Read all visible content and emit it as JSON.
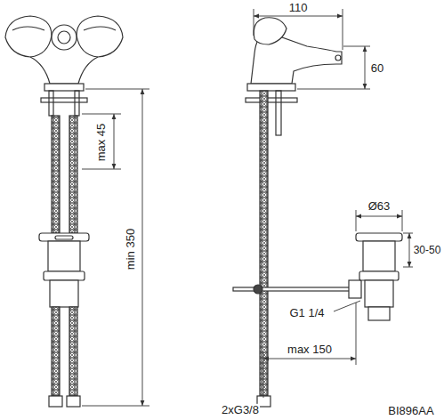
{
  "diagram": {
    "labels": [
      "110",
      "60",
      "max 45",
      "min 350",
      "Ø63",
      "30-50",
      "G1 1/4",
      "max 150",
      "2xG3/8",
      "BI896AA"
    ]
  }
}
